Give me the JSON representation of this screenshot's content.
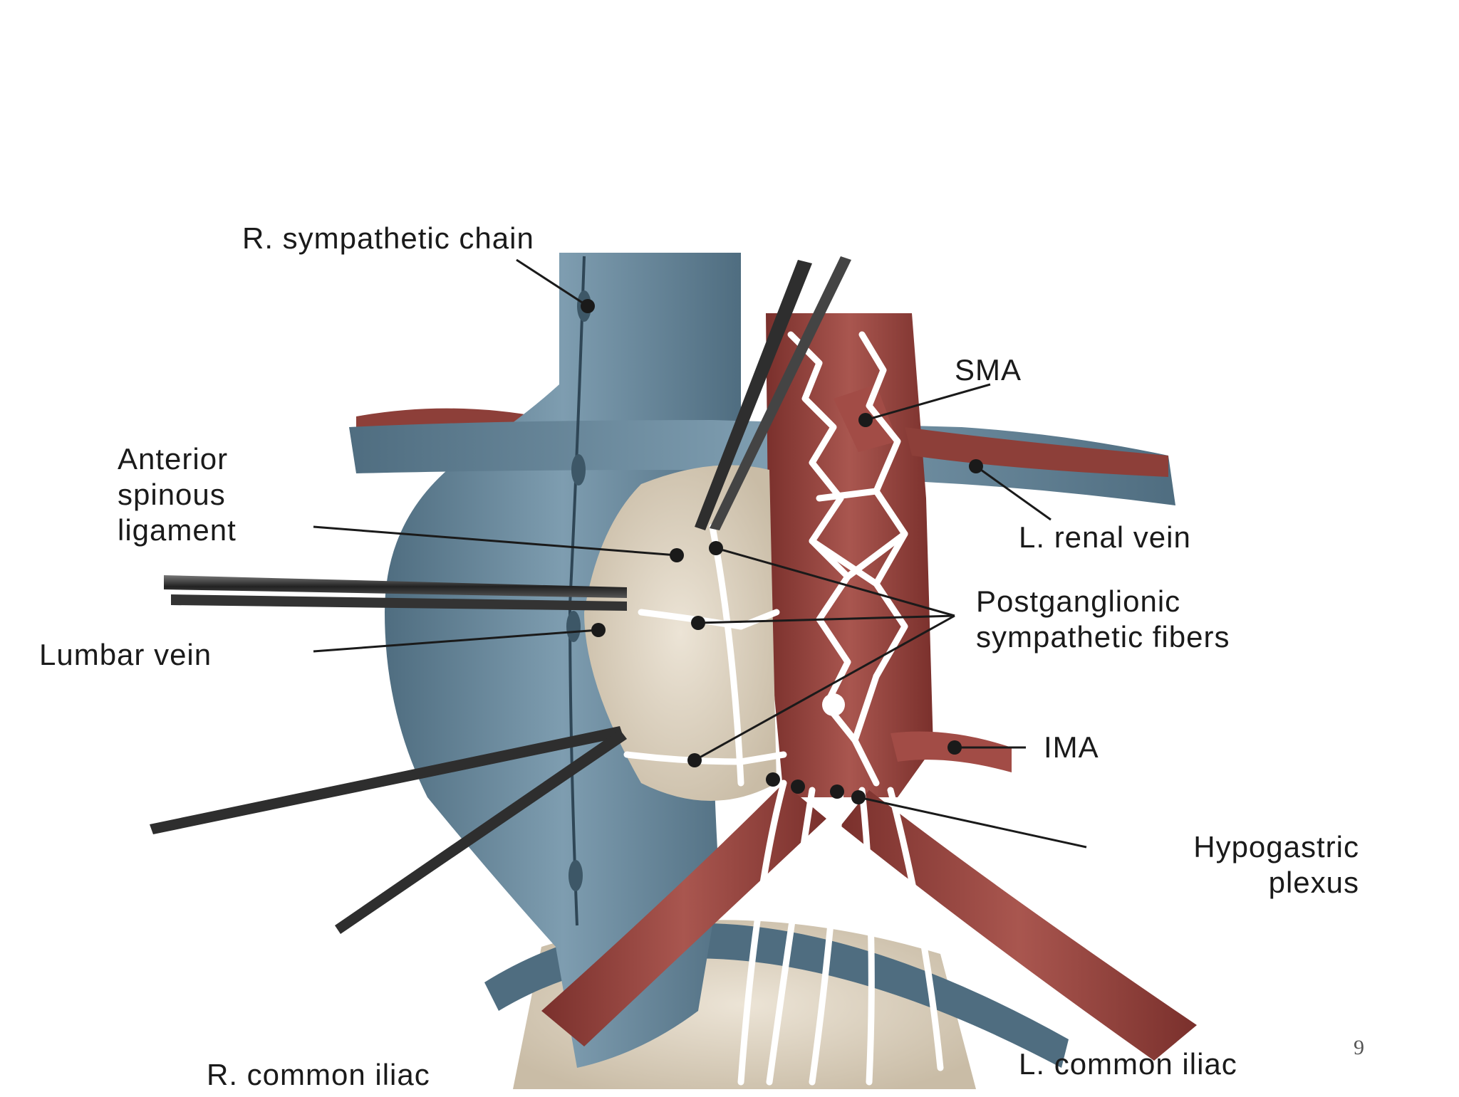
{
  "labels": {
    "r_sympathetic_chain": "R. sympathetic chain",
    "anterior_spinous_ligament": "Anterior\nspinous\nligament",
    "lumbar_vein": "Lumbar vein",
    "sma": "SMA",
    "l_renal_vein": "L. renal vein",
    "postganglionic": "Postganglionic\nsympathetic fibers",
    "ima": "IMA",
    "hypogastric_plexus": "Hypogastric\nplexus",
    "r_common_iliac": "R. common iliac",
    "l_common_iliac": "L. common iliac"
  },
  "slide_number": "9",
  "colors": {
    "vein_blue": "#6f8fa3",
    "artery_red": "#9a4a44",
    "spine_beige": "#ddd3c2",
    "nerve_white": "#ffffff",
    "instrument_gray": "#3a3a3a"
  }
}
